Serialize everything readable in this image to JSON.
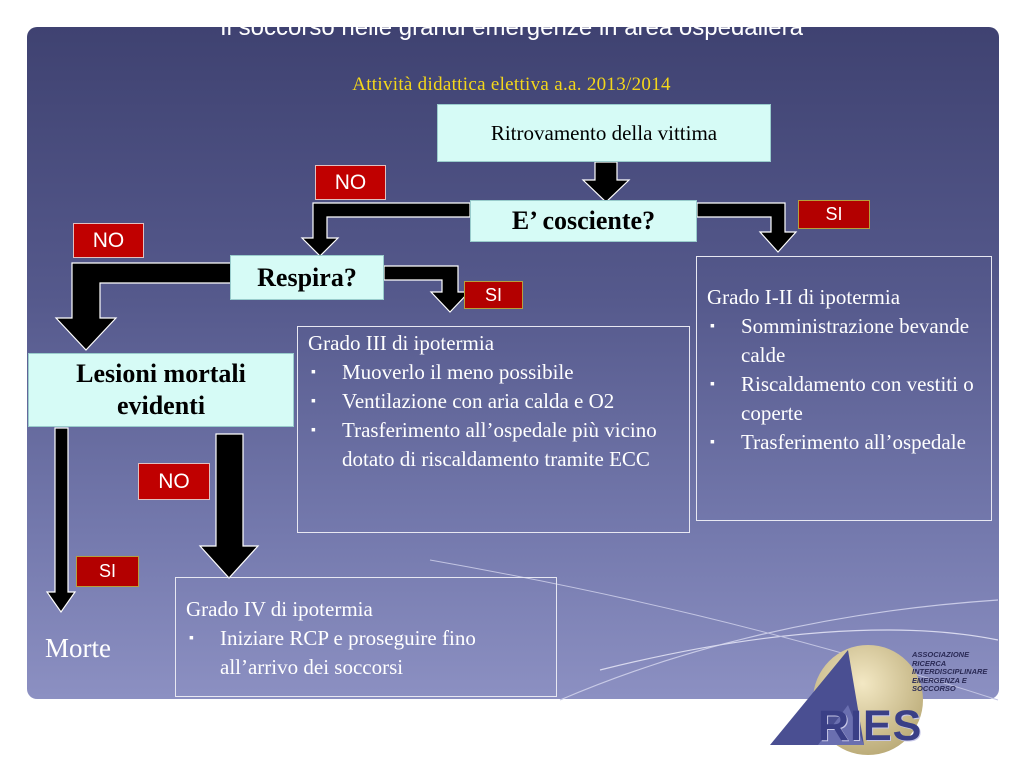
{
  "header": {
    "title": "Il soccorso nelle grandi  emergenze in area ospedaliera",
    "subtitle": "Attività didattica elettiva a.a. 2013/2014"
  },
  "flow": {
    "start": "Ritrovamento della vittima",
    "q_conscious": "E’ cosciente?",
    "q_breathing": "Respira?",
    "q_lesions": "Lesioni mortali evidenti",
    "outcome_death": "Morte"
  },
  "labels": {
    "no": "NO",
    "si": "SI"
  },
  "boxes": {
    "grade12": {
      "title": "Grado I-II di ipotermia",
      "items": [
        "Somministrazione bevande calde",
        "Riscaldamento con vestiti o coperte",
        "Trasferimento all’ospedale"
      ]
    },
    "grade3": {
      "title": "Grado III di ipotermia",
      "items": [
        "Muoverlo il meno possibile",
        "Ventilazione con aria calda e O2",
        "Trasferimento all’ospedale più vicino dotato di riscaldamento tramite ECC"
      ]
    },
    "grade4": {
      "title": "Grado IV di ipotermia",
      "items": [
        "Iniziare RCP e proseguire fino all’arrivo dei soccorsi"
      ]
    }
  },
  "logo": {
    "org_lines": [
      "ASSOCIAZIONE",
      "RICERCA",
      "INTERDISCIPLINARE",
      "EMERGENZA E",
      "SOCCORSO"
    ],
    "mark": "RIES"
  },
  "colors": {
    "node_fill": "#d6fbf6",
    "tag_red": "#c00000",
    "subtitle": "#f4d71a"
  }
}
